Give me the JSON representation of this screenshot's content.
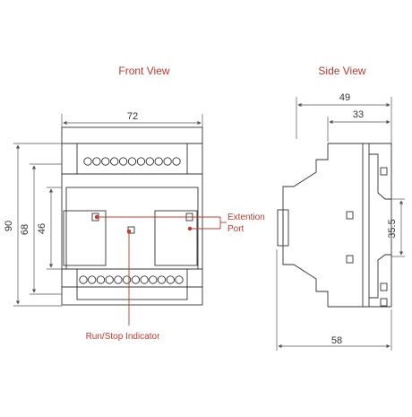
{
  "colors": {
    "line": "#333333",
    "accent": "#c0392b",
    "dim": "#555555"
  },
  "front": {
    "title": "Front View",
    "dim_width": "72",
    "dim_height_outer": "90",
    "dim_height_mid": "68",
    "dim_height_inner": "46",
    "terminals_top": 11,
    "terminals_bottom": 12,
    "callout_port_line1": "Extention",
    "callout_port_line2": "Port",
    "callout_indicator": "Run/Stop Indicator"
  },
  "side": {
    "title": "Side View",
    "dim_total_top": "49",
    "dim_partial_top": "33",
    "dim_rail": "35.5",
    "dim_depth": "58"
  }
}
